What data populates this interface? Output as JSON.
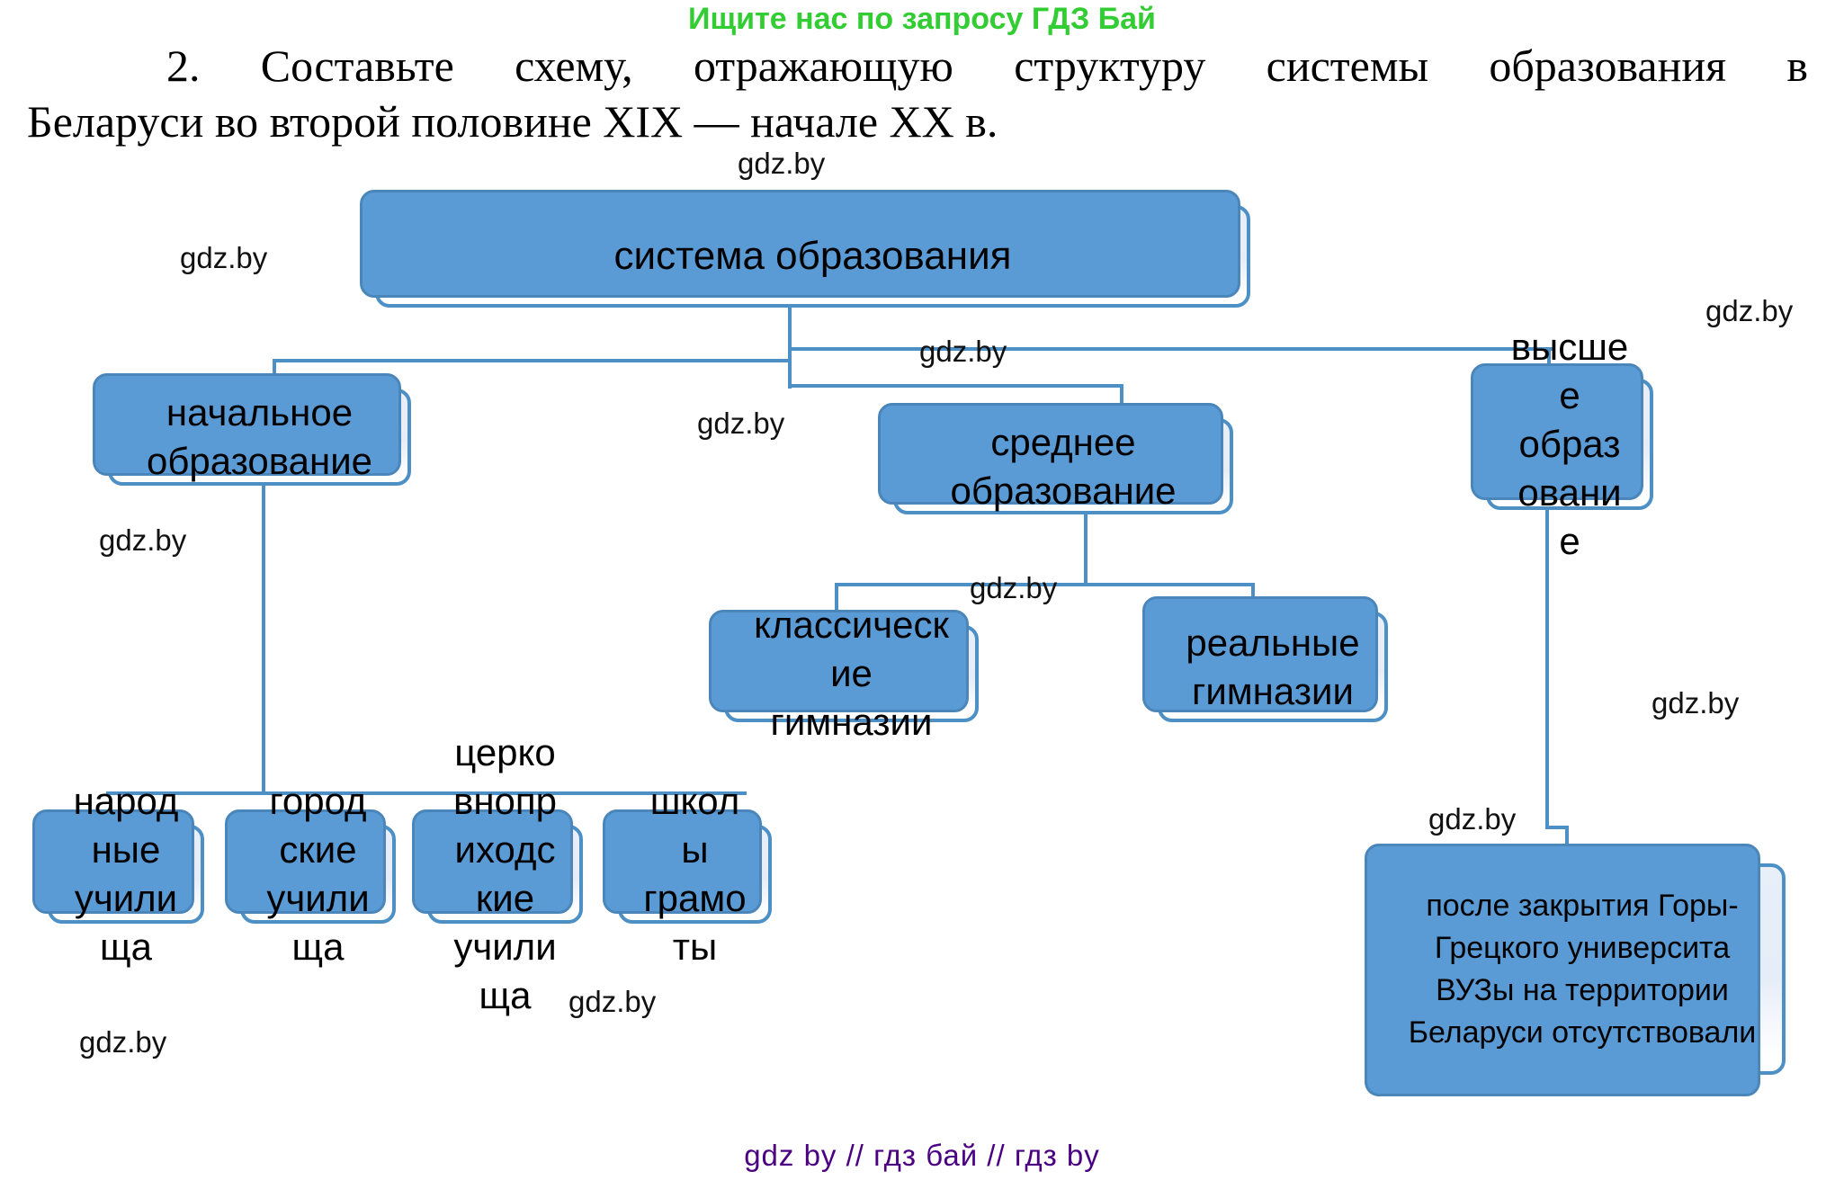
{
  "promo": {
    "text": "Ищите нас по запросу ГДЗ Бай",
    "color": "#32cd32"
  },
  "task": {
    "line1": "2. Составьте схему, отражающую структуру системы образования в",
    "line2": "Беларуси во второй половине XIX — начале XX в."
  },
  "watermark": "gdz.by",
  "footer": {
    "text": "gdz by  //  гдз бай  //  гдз by",
    "color": "#4b0082"
  },
  "colors": {
    "box_border": "#4d90c6",
    "box_shadow": "#5b9bd5",
    "box_fill": "#e9eff9",
    "connector": "#4d90c6"
  },
  "diagram": {
    "title_node": "system",
    "nodes": {
      "system": {
        "label": "система образования"
      },
      "primary": {
        "label": "начальное\nобразование"
      },
      "secondary": {
        "label": "среднее\nобразование"
      },
      "higher": {
        "label": "высше\nе\nобраз\nовани\nе"
      },
      "classical": {
        "label": "классическ\nие\nгимназии"
      },
      "real": {
        "label": "реальные\nгимназии"
      },
      "narodnye": {
        "label": "народ\nные\nучили\nща"
      },
      "gorodskie": {
        "label": "город\nские\nучили\nща"
      },
      "cerkovno": {
        "label": "церко\nвнопр\nиходс\nкие\nучили\nща"
      },
      "shkoly": {
        "label": "школ\nы\nграмо\nты"
      },
      "vuzy": {
        "label": "после закрытия Горы-\nГрецкого университа\nВУЗы на территории\nБеларуси отсутствовали"
      }
    },
    "edges": [
      [
        "system",
        "primary"
      ],
      [
        "system",
        "secondary"
      ],
      [
        "system",
        "higher"
      ],
      [
        "primary",
        "narodnye"
      ],
      [
        "primary",
        "gorodskie"
      ],
      [
        "primary",
        "cerkovno"
      ],
      [
        "primary",
        "shkoly"
      ],
      [
        "secondary",
        "classical"
      ],
      [
        "secondary",
        "real"
      ],
      [
        "higher",
        "vuzy"
      ]
    ]
  }
}
